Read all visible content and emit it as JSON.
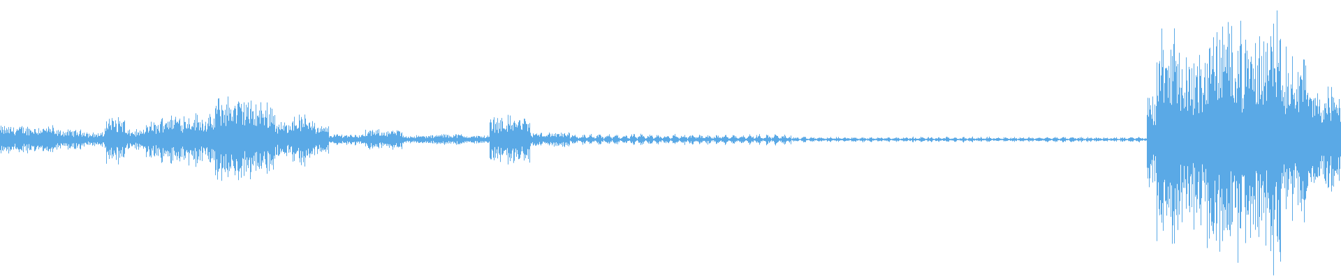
{
  "waveform": {
    "color": "#5aa9e6",
    "background": "#ffffff",
    "segments": [
      {
        "from": 0.0,
        "to": 0.04,
        "amp": 0.1
      },
      {
        "from": 0.04,
        "to": 0.065,
        "amp": 0.07
      },
      {
        "from": 0.065,
        "to": 0.078,
        "amp": 0.05
      },
      {
        "from": 0.078,
        "to": 0.093,
        "amp": 0.17
      },
      {
        "from": 0.093,
        "to": 0.108,
        "amp": 0.07
      },
      {
        "from": 0.108,
        "to": 0.12,
        "amp": 0.13
      },
      {
        "from": 0.12,
        "to": 0.15,
        "amp": 0.19
      },
      {
        "from": 0.15,
        "to": 0.16,
        "amp": 0.17
      },
      {
        "from": 0.16,
        "to": 0.185,
        "amp": 0.31
      },
      {
        "from": 0.185,
        "to": 0.205,
        "amp": 0.27
      },
      {
        "from": 0.205,
        "to": 0.215,
        "amp": 0.13
      },
      {
        "from": 0.215,
        "to": 0.235,
        "amp": 0.18
      },
      {
        "from": 0.235,
        "to": 0.245,
        "amp": 0.1
      },
      {
        "from": 0.245,
        "to": 0.272,
        "amp": 0.04
      },
      {
        "from": 0.272,
        "to": 0.3,
        "amp": 0.07
      },
      {
        "from": 0.3,
        "to": 0.325,
        "amp": 0.03
      },
      {
        "from": 0.325,
        "to": 0.345,
        "amp": 0.04
      },
      {
        "from": 0.345,
        "to": 0.365,
        "amp": 0.03
      },
      {
        "from": 0.365,
        "to": 0.395,
        "amp": 0.17
      },
      {
        "from": 0.395,
        "to": 0.425,
        "amp": 0.05
      },
      {
        "from": 0.425,
        "to": 0.59,
        "amp": 0.04,
        "pulse": true
      },
      {
        "from": 0.59,
        "to": 0.855,
        "amp": 0.02,
        "pulse": true
      },
      {
        "from": 0.855,
        "to": 0.862,
        "amp": 0.35
      },
      {
        "from": 0.862,
        "to": 0.88,
        "amp": 0.75
      },
      {
        "from": 0.88,
        "to": 0.9,
        "amp": 0.6
      },
      {
        "from": 0.9,
        "to": 0.925,
        "amp": 0.82
      },
      {
        "from": 0.925,
        "to": 0.945,
        "amp": 0.7
      },
      {
        "from": 0.945,
        "to": 0.955,
        "amp": 0.95
      },
      {
        "from": 0.955,
        "to": 0.975,
        "amp": 0.6
      },
      {
        "from": 0.975,
        "to": 1.0,
        "amp": 0.38
      }
    ],
    "peaks": [
      {
        "at": 0.866,
        "amp": 0.86
      },
      {
        "at": 0.875,
        "amp": 0.74
      },
      {
        "at": 0.918,
        "amp": 0.88
      },
      {
        "at": 0.925,
        "amp": 0.92
      },
      {
        "at": 0.939,
        "amp": 0.8
      },
      {
        "at": 0.942,
        "amp": 0.76
      },
      {
        "at": 0.952,
        "amp": 1.0
      },
      {
        "at": 0.959,
        "amp": 0.72
      },
      {
        "at": 0.972,
        "amp": 0.62
      }
    ]
  }
}
